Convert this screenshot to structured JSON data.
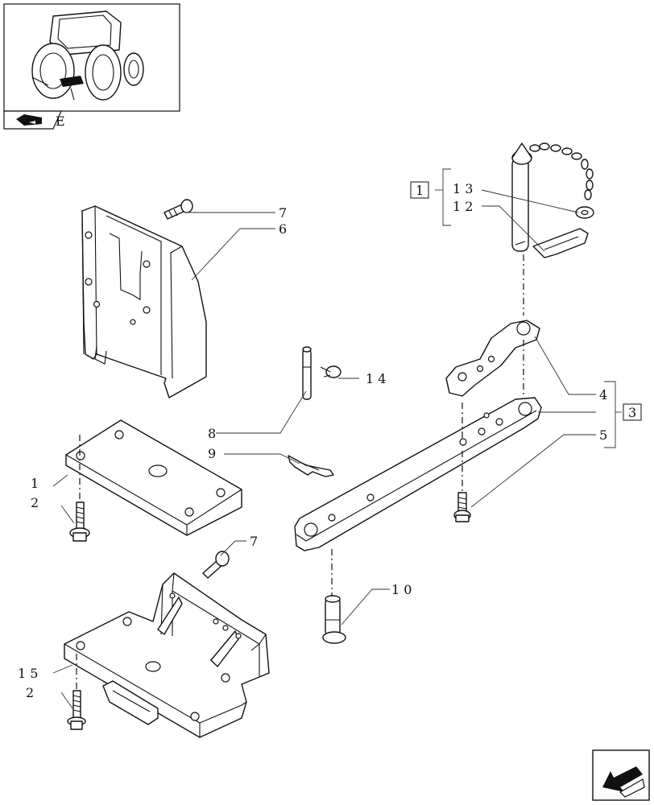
{
  "callouts": {
    "c1": "1",
    "c2a": "2",
    "c2b": "2",
    "c3": "3",
    "c4": "4",
    "c5": "5",
    "c6": "6",
    "c7a": "7",
    "c7b": "7",
    "c8": "8",
    "c9": "9",
    "c10": "1 0",
    "c12": "1 2",
    "c13": "1 3",
    "c14": "1 4",
    "c15": "1 5",
    "kit1": "1",
    "kit3": "3"
  },
  "thumbnail": {
    "tab_letter": "E"
  },
  "icons": {
    "thumbnail": "tractor-rear-view-icon",
    "section_marker": "book-arrow-icon",
    "nav": "previous-page-arrow-icon"
  }
}
